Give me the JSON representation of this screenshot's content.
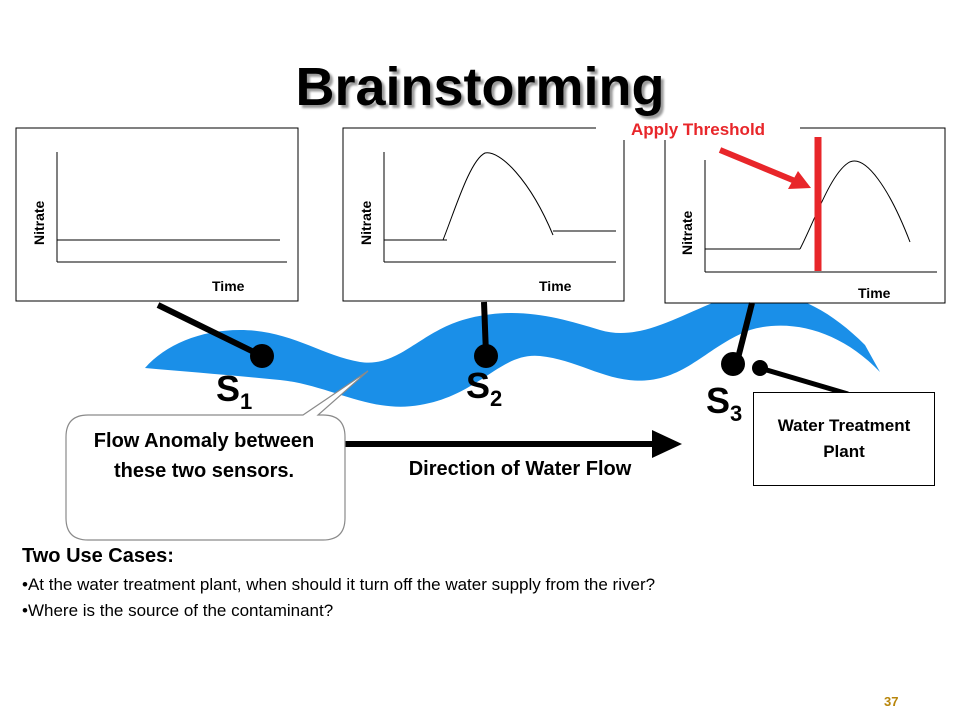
{
  "slide": {
    "title": "Brainstorming",
    "page_number": "37"
  },
  "panels": [
    {
      "ylabel": "Nitrate",
      "xlabel": "Time"
    },
    {
      "ylabel": "Nitrate",
      "xlabel": "Time"
    },
    {
      "ylabel": "Nitrate",
      "xlabel": "Time"
    }
  ],
  "threshold": {
    "label": "Apply Threshold",
    "color": "#e8262a"
  },
  "sensors": [
    {
      "name": "S",
      "subscript": "1"
    },
    {
      "name": "S",
      "subscript": "2"
    },
    {
      "name": "S",
      "subscript": "3"
    }
  ],
  "river": {
    "color": "#1a8fe8"
  },
  "flow": {
    "label": "Direction of Water Flow"
  },
  "plant": {
    "label": "Water Treatment Plant"
  },
  "anomaly": {
    "label": "Flow Anomaly between these two sensors."
  },
  "use_cases": {
    "title": "Two Use Cases:",
    "items": [
      "•At the water treatment plant, when should it turn off the water supply from the river?",
      "•Where is the source of the contaminant?"
    ]
  }
}
